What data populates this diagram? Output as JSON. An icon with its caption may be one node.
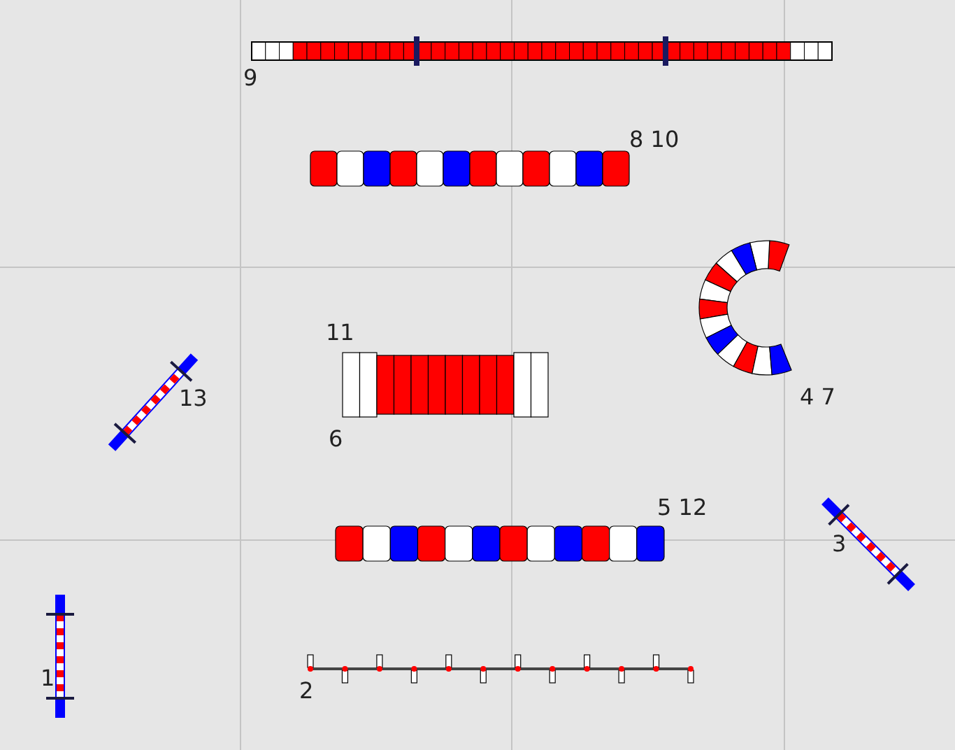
{
  "diagram": {
    "labels": [
      "9",
      "8 10",
      "11",
      "4 7",
      "13",
      "6",
      "5 12",
      "3",
      "1",
      "2"
    ]
  }
}
